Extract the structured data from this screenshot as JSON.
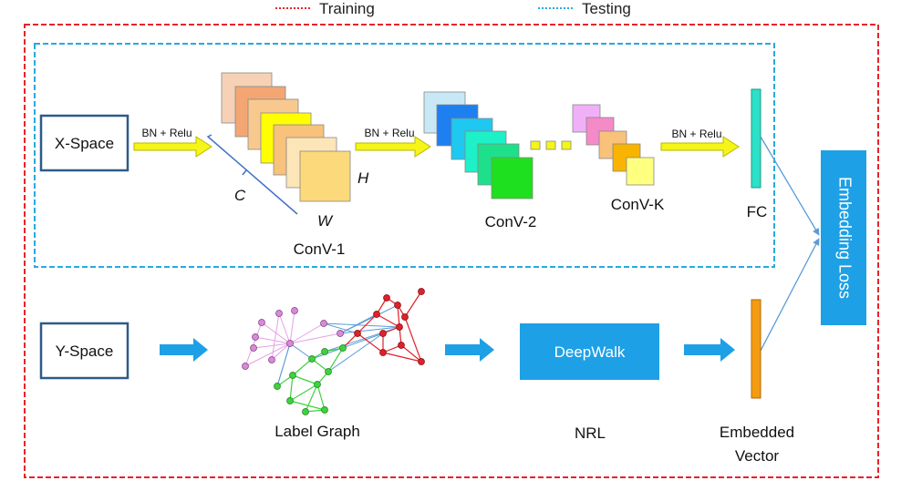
{
  "legend": {
    "training": "Training",
    "testing": "Testing",
    "training_color": "#e8232a",
    "testing_color": "#27a9e1"
  },
  "x_space": {
    "label": "X-Space",
    "arrow1_label": "BN + Relu",
    "arrow2_label": "BN + Relu",
    "arrow3_label": "BN + Relu",
    "conv1_label": "ConV-1",
    "conv2_label": "ConV-2",
    "convk_label": "ConV-K",
    "dim_c": "C",
    "dim_h": "H",
    "dim_w": "W",
    "fc_label": "FC"
  },
  "y_space": {
    "label": "Y-Space",
    "graph_label": "Label Graph",
    "deepwalk_label": "DeepWalk",
    "nrl_label": "NRL",
    "embedded_label_line1": "Embedded",
    "embedded_label_line2": "Vector"
  },
  "loss": {
    "label": "Embedding Loss"
  },
  "colors": {
    "arrow_fill": "#f5f518",
    "blue_arrow": "#1ea0e6",
    "box_blue": "#1ea0e6",
    "fc_bar": "#2de0c8",
    "embedded_bar": "#f39c12",
    "pink_node": "#d88ad8",
    "green_node": "#3fd23f",
    "red_node": "#e0202a"
  }
}
